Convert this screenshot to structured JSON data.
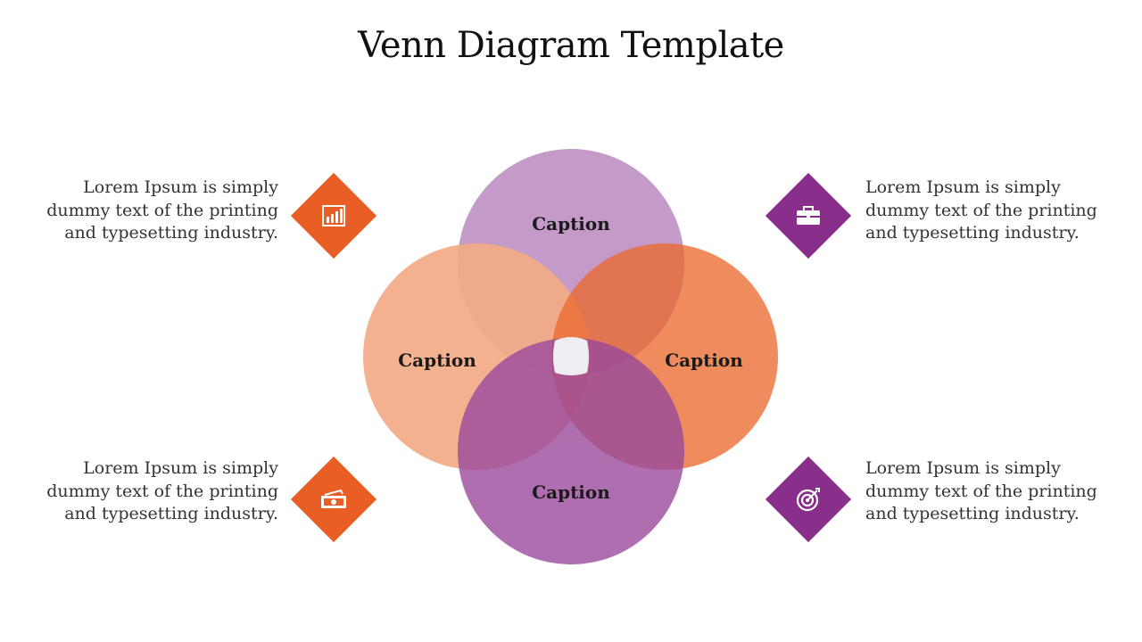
{
  "title": "Venn Diagram Template",
  "colors": {
    "purple_light": "#c49ac8",
    "purple_dark": "#a866ac",
    "orange_light": "#f2ab88",
    "orange_dark": "#ee8150",
    "orange_diamond": "#e95e24",
    "purple_diamond": "#8a2e8c"
  },
  "venn": {
    "top_caption": "Caption",
    "left_caption": "Caption",
    "right_caption": "Caption",
    "bottom_caption": "Caption"
  },
  "items": [
    {
      "text": "Lorem Ipsum is simply dummy text of the printing and typesetting industry.",
      "icon": "bar-chart-icon",
      "color": "orange"
    },
    {
      "text": "Lorem Ipsum is simply dummy text of the printing and typesetting industry.",
      "icon": "briefcase-icon",
      "color": "purple"
    },
    {
      "text": "Lorem Ipsum is simply dummy text of the printing and typesetting industry.",
      "icon": "money-icon",
      "color": "orange"
    },
    {
      "text": "Lorem Ipsum is simply dummy text of the printing and typesetting industry.",
      "icon": "target-icon",
      "color": "purple"
    }
  ]
}
